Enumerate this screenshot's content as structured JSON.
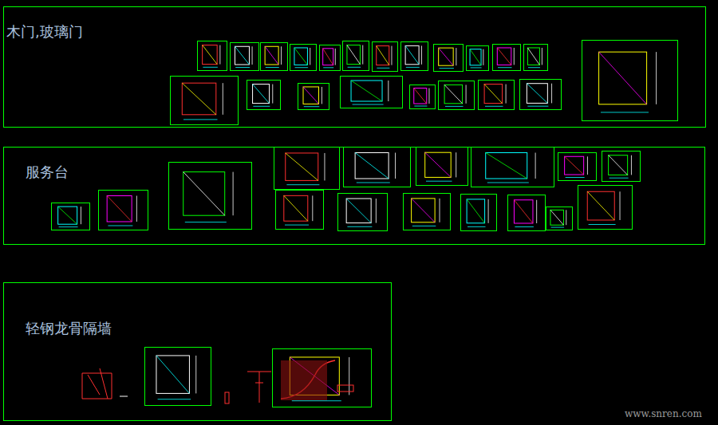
{
  "diagram": {
    "nodes": [
      {
        "text": [
          "木门,玻璃门"
        ]
      },
      {
        "text": [
          "服务台"
        ]
      },
      {
        "text": [
          "轻钢龙骨隔墙"
        ]
      }
    ],
    "labels": [
      "www.snren.com"
    ]
  }
}
